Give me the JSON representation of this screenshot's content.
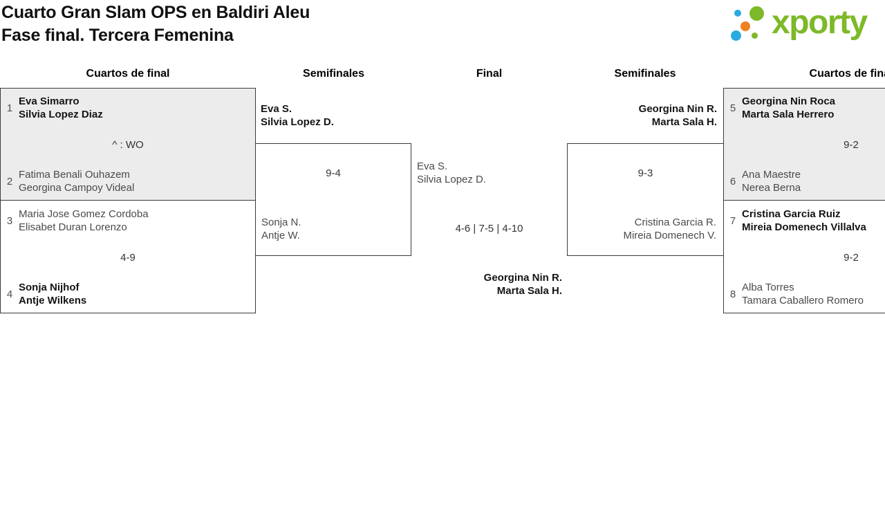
{
  "title": {
    "line1": "Cuarto Gran Slam OPS en Baldiri Aleu",
    "line2": "Fase final. Tercera Femenina"
  },
  "logo": {
    "text": "xporty",
    "colors": {
      "green": "#7db928",
      "blue": "#29abe2",
      "orange": "#ef8022"
    }
  },
  "round_headers": {
    "qf_left": "Cuartos de final",
    "sf_left": "Semifinales",
    "final": "Final",
    "sf_right": "Semifinales",
    "qf_right": "Cuartos de final"
  },
  "matches": {
    "qf_left_top": {
      "seed_a": "1",
      "team_a_line1": "Eva Simarro",
      "team_a_line2": "Silvia Lopez Diaz",
      "score": "^ : WO",
      "seed_b": "2",
      "team_b_line1": "Fatima Benali Ouhazem",
      "team_b_line2": "Georgina Campoy Videal"
    },
    "qf_left_bottom": {
      "seed_a": "3",
      "team_a_line1": "Maria Jose Gomez Cordoba",
      "team_a_line2": "Elisabet Duran Lorenzo",
      "score": "4-9",
      "seed_b": "4",
      "team_b_line1": "Sonja Nijhof",
      "team_b_line2": "Antje Wilkens"
    },
    "sf_left": {
      "team_a_line1": "Eva S.",
      "team_a_line2": "Silvia Lopez D.",
      "score": "9-4",
      "team_b_line1": "Sonja N.",
      "team_b_line2": "Antje W."
    },
    "final": {
      "team_a_line1": "Eva S.",
      "team_a_line2": "Silvia Lopez D.",
      "score": "4-6 | 7-5 | 4-10",
      "team_b_line1": "Georgina Nin R.",
      "team_b_line2": "Marta Sala H."
    },
    "sf_right": {
      "team_a_line1": "Georgina Nin R.",
      "team_a_line2": "Marta Sala H.",
      "score": "9-3",
      "team_b_line1": "Cristina Garcia R.",
      "team_b_line2": "Mireia Domenech V."
    },
    "qf_right_top": {
      "seed_a": "5",
      "team_a_line1": "Georgina Nin Roca",
      "team_a_line2": "Marta Sala Herrero",
      "score": "9-2",
      "seed_b": "6",
      "team_b_line1": "Ana Maestre",
      "team_b_line2": "Nerea Berna"
    },
    "qf_right_bottom": {
      "seed_a": "7",
      "team_a_line1": "Cristina Garcia Ruiz",
      "team_a_line2": "Mireia Domenech Villalva",
      "score": "9-2",
      "seed_b": "8",
      "team_b_line1": "Alba Torres",
      "team_b_line2": "Tamara Caballero Romero"
    }
  }
}
